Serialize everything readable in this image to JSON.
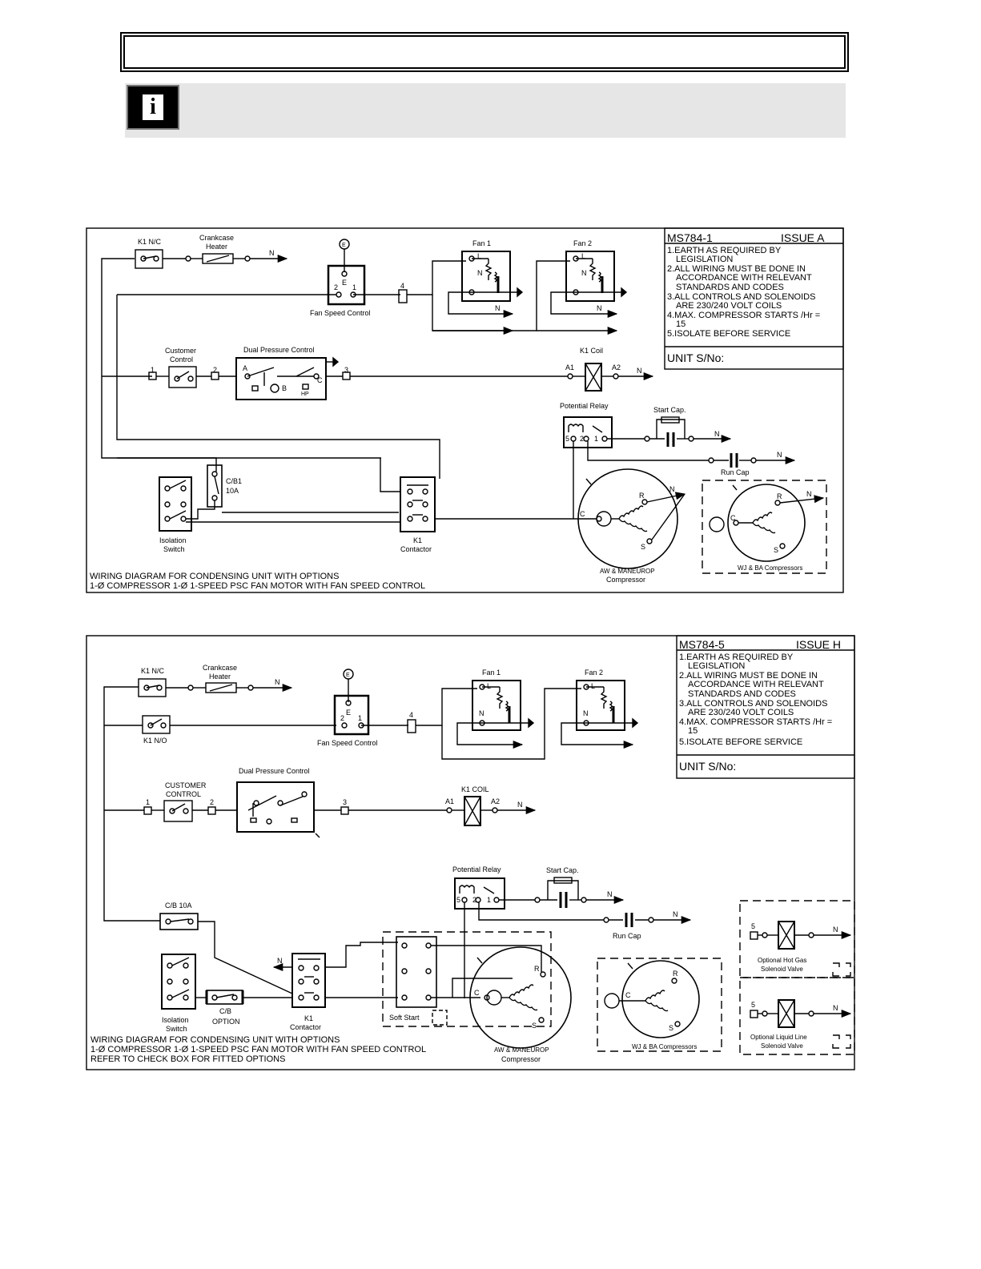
{
  "info_icon": "info-icon",
  "d1": {
    "title": "MS784-1",
    "issue": "ISSUE A",
    "notes": [
      "1.EARTH AS REQUIRED BY",
      "LEGISLATION",
      "2.ALL WIRING MUST BE DONE IN",
      "ACCORDANCE WITH RELEVANT",
      "STANDARDS AND CODES",
      "3.ALL CONTROLS AND SOLENOIDS",
      "ARE 230/240 VOLT COILS",
      "4.MAX. COMPRESSOR STARTS /Hr =",
      "15",
      "5.ISOLATE BEFORE SERVICE"
    ],
    "unit_sno": "UNIT S/No:",
    "caption": [
      "WIRING DIAGRAM FOR CONDENSING UNIT WITH OPTIONS",
      "1-Ø COMPRESSOR 1-Ø 1-SPEED PSC FAN MOTOR WITH FAN SPEED CONTROL"
    ],
    "labels": {
      "k1nc": "K1 N/C",
      "crankcase": "Crankcase",
      "heater": "Heater",
      "n": "N",
      "e": "E",
      "fan_speed_control": "Fan Speed Control",
      "fan1": "Fan 1",
      "fan2": "Fan 2",
      "l": "L",
      "customer": "Customer",
      "control": "Control",
      "dual_pressure_control": "Dual Pressure Control",
      "a": "A",
      "b": "B",
      "c": "C",
      "hp": "HP",
      "k1_coil": "K1 Coil",
      "a1": "A1",
      "a2": "A2",
      "potential_relay": "Potential Relay",
      "start_cap": "Start Cap.",
      "run_cap": "Run Cap",
      "cb": "C/B1",
      "cb_rating": "10A",
      "isolation": "Isolation",
      "switch": "Switch",
      "k1": "K1",
      "contactor": "Contactor",
      "r": "R",
      "s": "S",
      "aw_maneurop": "AW & MANEUROP",
      "compressor": "Compressor",
      "wj_ba": "WJ & BA Compressors",
      "t1": "1",
      "t2": "2",
      "t3": "3",
      "t4": "4",
      "t5": "5"
    }
  },
  "d2": {
    "title": "MS784-5",
    "issue": "ISSUE H",
    "notes": [
      "1.EARTH AS REQUIRED BY",
      "LEGISLATION",
      "2.ALL WIRING MUST BE DONE IN",
      "ACCORDANCE WITH RELEVANT",
      "STANDARDS AND CODES",
      "3.ALL CONTROLS AND SOLENOIDS",
      "ARE 230/240 VOLT COILS",
      "4.MAX. COMPRESSOR STARTS /Hr =",
      "15",
      "5.ISOLATE BEFORE SERVICE"
    ],
    "unit_sno": "UNIT S/No:",
    "caption": [
      "WIRING DIAGRAM FOR CONDENSING UNIT WITH OPTIONS",
      "1-Ø COMPRESSOR 1-Ø 1-SPEED PSC FAN MOTOR WITH FAN SPEED CONTROL",
      "REFER TO CHECK BOX FOR FITTED OPTIONS"
    ],
    "labels": {
      "k1nc": "K1 N/C",
      "k1no": "K1 N/O",
      "crankcase": "Crankcase",
      "heater": "Heater",
      "n": "N",
      "e": "E",
      "fan_speed_control": "Fan Speed Control",
      "fan1": "Fan 1",
      "fan2": "Fan 2",
      "l": "L",
      "customer": "CUSTOMER",
      "control": "CONTROL",
      "dual_pressure_control": "Dual Pressure Control",
      "k1_coil": "K1 COIL",
      "a1": "A1",
      "a2": "A2",
      "potential_relay": "Potential Relay",
      "start_cap": "Start Cap.",
      "run_cap": "Run Cap",
      "cb10a": "C/B 10A",
      "isolation": "Isolation",
      "switch": "Switch",
      "cb": "C/B",
      "option": "OPTION",
      "k1": "K1",
      "contactor": "Contactor",
      "soft_start": "Soft Start",
      "c": "C",
      "r": "R",
      "s": "S",
      "aw_maneurop": "AW & MANEUROP",
      "compressor": "Compressor",
      "wj_ba": "WJ & BA Compressors",
      "hot_gas_1": "Optional Hot Gas",
      "hot_gas_2": "Solenoid Valve",
      "liquid_1": "Optional Liquid Line",
      "liquid_2": "Solenoid Valve",
      "t1": "1",
      "t2": "2",
      "t3": "3",
      "t4": "4",
      "t5": "5"
    }
  }
}
